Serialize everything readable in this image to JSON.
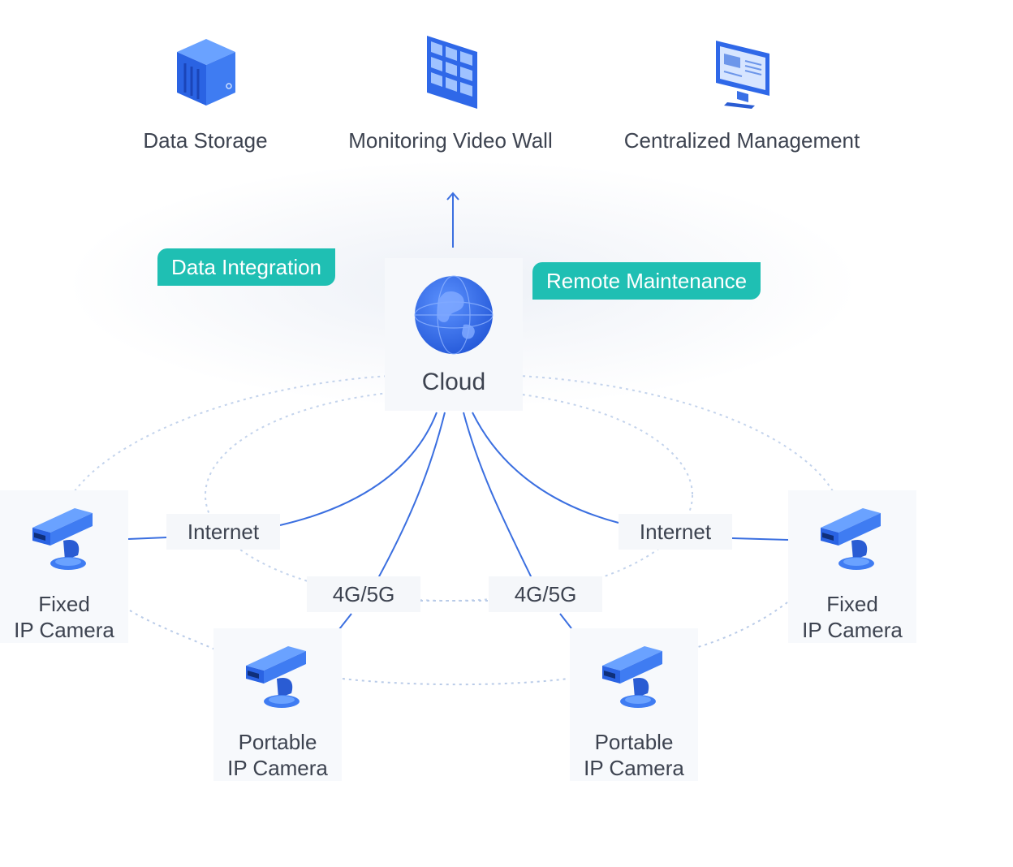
{
  "top": {
    "storage": {
      "label": "Data Storage",
      "icon": "server-icon"
    },
    "videowall": {
      "label": "Monitoring Video Wall",
      "icon": "video-wall-icon"
    },
    "management": {
      "label": "Centralized Management",
      "icon": "monitor-icon"
    }
  },
  "badges": {
    "integration": "Data Integration",
    "maintenance": "Remote Maintenance"
  },
  "cloud": {
    "label": "Cloud",
    "icon": "globe-icon"
  },
  "links": {
    "internet_left": "Internet",
    "internet_right": "Internet",
    "cellular_left": "4G/5G",
    "cellular_right": "4G/5G"
  },
  "cameras": {
    "fixed_left": {
      "line1": "Fixed",
      "line2": "IP Camera",
      "icon": "ip-camera-icon"
    },
    "fixed_right": {
      "line1": "Fixed",
      "line2": "IP Camera",
      "icon": "ip-camera-icon"
    },
    "portable_left": {
      "line1": "Portable",
      "line2": "IP Camera",
      "icon": "ip-camera-icon"
    },
    "portable_right": {
      "line1": "Portable",
      "line2": "IP Camera",
      "icon": "ip-camera-icon"
    }
  },
  "colors": {
    "accent_blue": "#3b6fe0",
    "teal": "#1fbfb3",
    "text": "#3d4350",
    "dotted": "#b9cbe8"
  }
}
